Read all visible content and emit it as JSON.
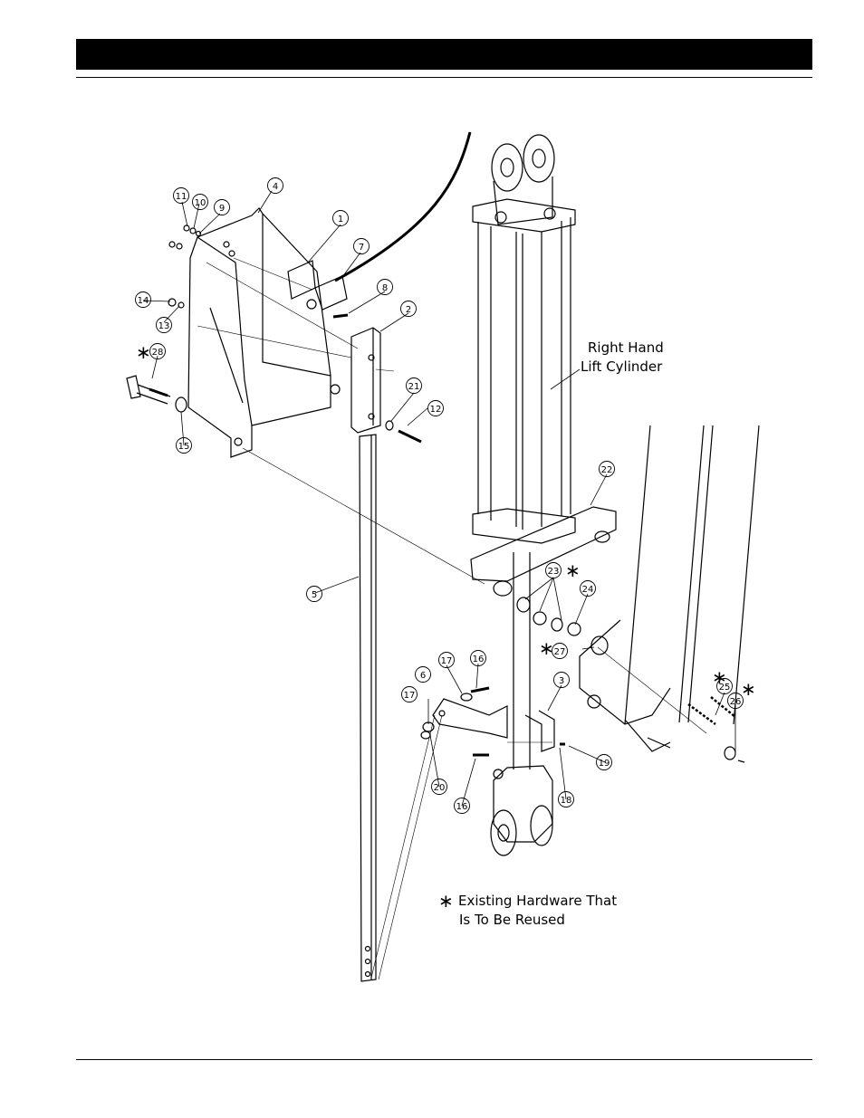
{
  "labels": {
    "cylinder_line1": "Right Hand",
    "cylinder_line2": "Lift Cylinder",
    "note_star": "∗",
    "note_line1": "Existing Hardware That",
    "note_line2": "Is To Be Reused"
  },
  "callouts": {
    "c1": "1",
    "c2": "2",
    "c3": "3",
    "c4": "4",
    "c5": "5",
    "c6": "6",
    "c7": "7",
    "c8": "8",
    "c9": "9",
    "c10": "10",
    "c11": "11",
    "c12": "12",
    "c13": "13",
    "c14": "14",
    "c15": "15",
    "c16a": "16",
    "c16b": "16",
    "c17a": "17",
    "c17b": "17",
    "c18": "18",
    "c19": "19",
    "c20": "20",
    "c21": "21",
    "c22": "22",
    "c23": "23",
    "c24": "24",
    "c25": "25",
    "c26": "26",
    "c27": "27",
    "c28": "28"
  },
  "stars": {
    "s28": "∗",
    "s23": "∗",
    "s27": "∗",
    "s25": "∗",
    "s26": "∗"
  }
}
